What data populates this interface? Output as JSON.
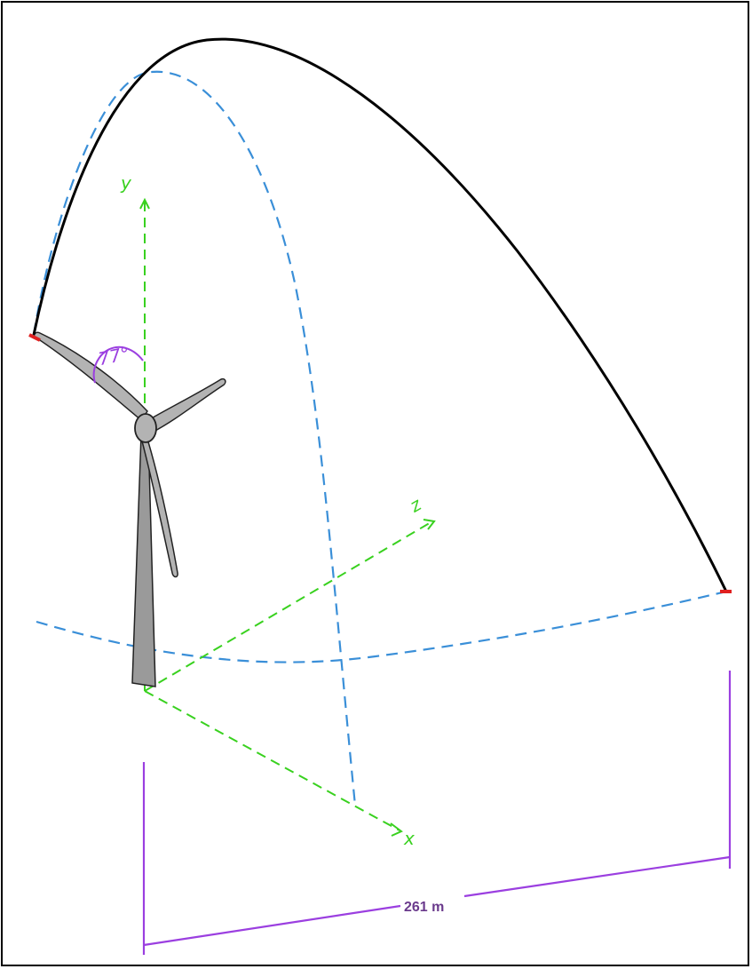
{
  "diagram": {
    "axes": {
      "y_label": "y",
      "z_label": "z",
      "x_label": "x"
    },
    "angle_label": "77°",
    "distance_label": "261 m",
    "colors": {
      "trajectory": "#000000",
      "projection": "#3a8fd8",
      "axes": "#39d11f",
      "annotation": "#9b3fe0",
      "distance_text": "#6a3a8c",
      "turbine_fill": "#b3b3b3",
      "tower_fill": "#9a9a9a",
      "endpoint": "#e02020"
    }
  }
}
